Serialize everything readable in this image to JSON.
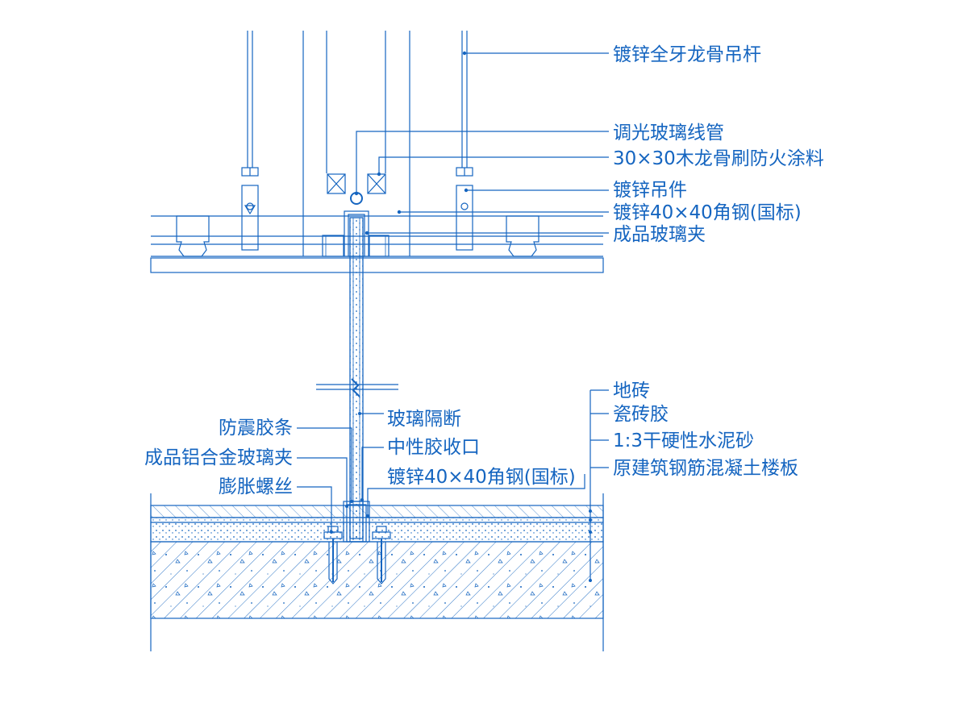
{
  "labels_right_top": [
    "镀锌全牙龙骨吊杆",
    "调光玻璃线管",
    "30×30木龙骨刷防火涂料",
    "镀锌吊件",
    "镀锌40×40角钢(国标)",
    "成品玻璃夹"
  ],
  "labels_center": [
    "玻璃隔断",
    "中性胶收口",
    "镀锌40×40角钢(国标)"
  ],
  "labels_left": [
    "防震胶条",
    "成品铝合金玻璃夹",
    "膨胀螺丝"
  ],
  "labels_floor": [
    "地砖",
    "瓷砖胶",
    "1:3干硬性水泥砂",
    "原建筑钢筋混凝土楼板"
  ],
  "colors": {
    "line": "#1565c0",
    "background": "#ffffff"
  }
}
